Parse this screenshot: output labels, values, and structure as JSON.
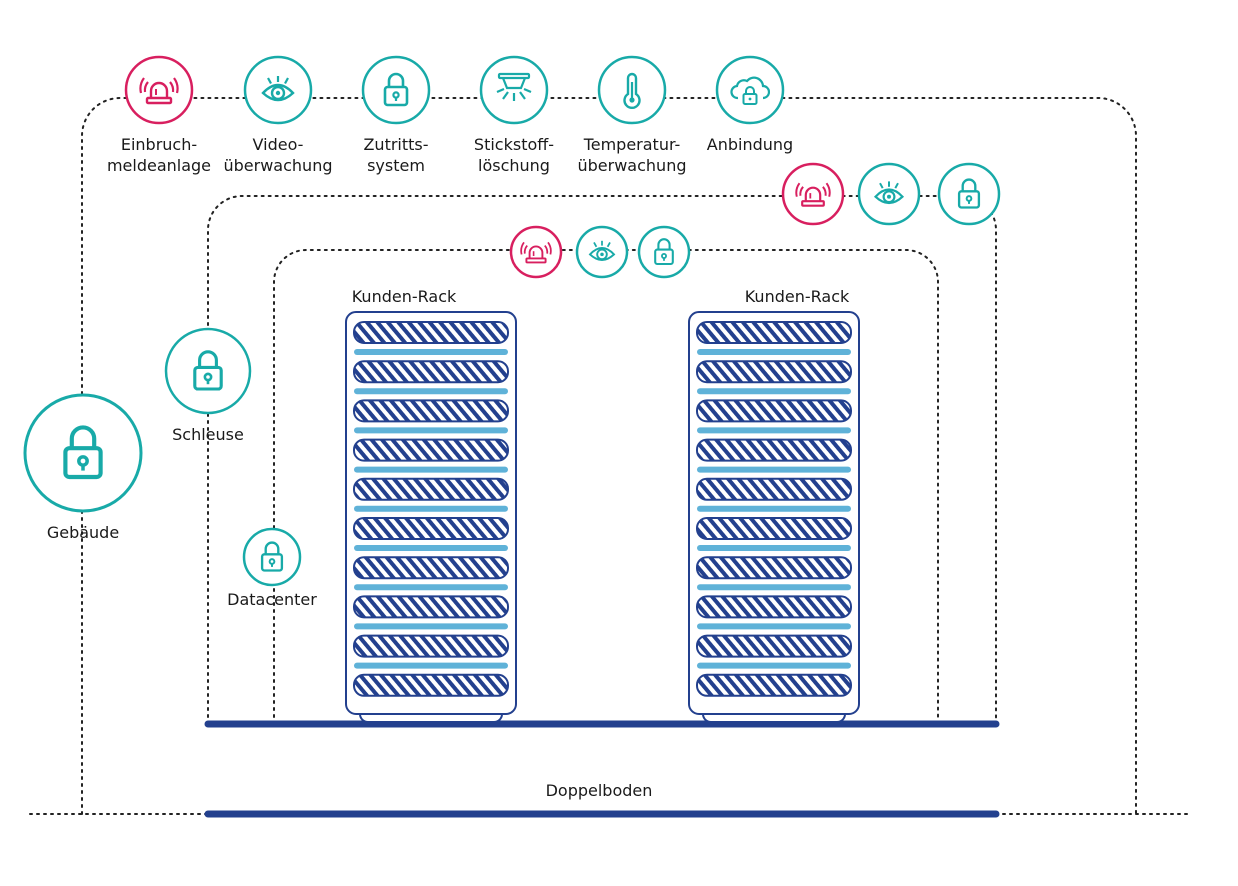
{
  "colors": {
    "teal": "#18aaa8",
    "crimson": "#d81f5f",
    "navy": "#23408e",
    "light_blue": "#5fb2d8",
    "dotted": "#222222",
    "text": "#1a1a1a"
  },
  "top_icons": [
    {
      "icon": "alarm-icon",
      "lines": [
        "Einbruch-",
        "meldeanlage"
      ]
    },
    {
      "icon": "eye-icon",
      "lines": [
        "Video-",
        "überwachung"
      ]
    },
    {
      "icon": "lock-icon",
      "lines": [
        "Zutritts-",
        "system"
      ]
    },
    {
      "icon": "sprinkler-icon",
      "lines": [
        "Stickstoff-",
        "löschung"
      ]
    },
    {
      "icon": "thermometer-icon",
      "lines": [
        "Temperatur-",
        "überwachung"
      ]
    },
    {
      "icon": "cloud-lock-icon",
      "lines": [
        "Anbindung"
      ]
    }
  ],
  "middle_icons": [
    "alarm-icon",
    "eye-icon",
    "lock-icon"
  ],
  "inner_icons": [
    "alarm-icon",
    "eye-icon",
    "lock-icon"
  ],
  "labels": {
    "gebaeude": "Gebäude",
    "schleuse": "Schleuse",
    "datacenter": "Datacenter",
    "rack_left": "Kunden-Rack",
    "rack_right": "Kunden-Rack",
    "doppelboden": "Doppelboden"
  }
}
